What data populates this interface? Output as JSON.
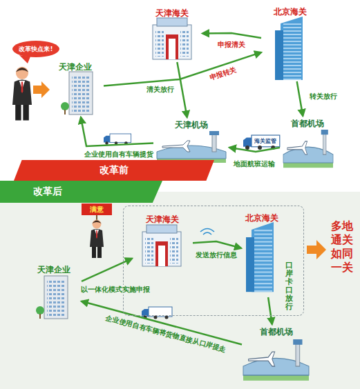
{
  "diagram": {
    "nodes": [
      {
        "text": [
          "天津企业"
        ]
      },
      {
        "text": [
          "天津海关"
        ]
      },
      {
        "text": [
          "北京海关"
        ]
      },
      {
        "text": [
          "天津机场"
        ]
      },
      {
        "text": [
          "首都机场"
        ]
      },
      {
        "text": [
          "改革前"
        ]
      },
      {
        "text": [
          "改革后"
        ]
      },
      {
        "text": []
      },
      {
        "text": [
          "天津企业"
        ]
      },
      {
        "text": [
          "天津海关"
        ],
        "in": 7
      },
      {
        "text": [
          "北京海关"
        ],
        "in": 7
      },
      {
        "text": [
          "首都机场"
        ]
      }
    ],
    "edges": [
      {
        "from": 0,
        "to": 2,
        "label": "申报转关",
        "arrow": "to"
      },
      {
        "from": 2,
        "to": 1,
        "label": "申报清关",
        "arrow": "to"
      },
      {
        "from": 2,
        "to": 4,
        "label": "转关放行",
        "arrow": "to"
      },
      {
        "from": 1,
        "to": 3,
        "label": "清关放行",
        "arrow": "to"
      },
      {
        "from": 4,
        "to": 3,
        "label": "地面航班运输",
        "arrow": "to"
      },
      {
        "from": 3,
        "to": 0,
        "label": "企业使用自有车辆提货",
        "arrow": "to"
      },
      {
        "from": 8,
        "to": 9,
        "label": "以一体化模式实施申报",
        "arrow": "to"
      },
      {
        "from": 9,
        "to": 10,
        "label": "发送放行信息",
        "arrow": "to"
      },
      {
        "from": 10,
        "to": 11,
        "label": "口岸卡口放行",
        "arrow": "to"
      },
      {
        "from": 11,
        "to": 8,
        "label": "企业使用自有车辆将货物直接从口岸提走",
        "arrow": "to"
      }
    ],
    "labels": [
      "改革快点来!",
      "海关监管",
      "满意",
      "多地通关 如同一关"
    ]
  }
}
